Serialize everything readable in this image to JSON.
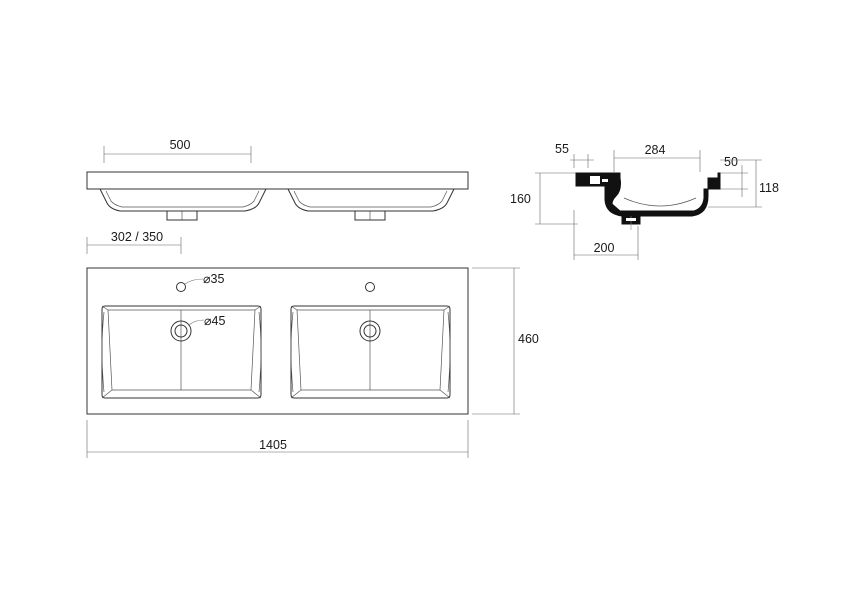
{
  "drawing": {
    "front_view": {
      "width_label": "500"
    },
    "plan_view": {
      "offset_label": "302 / 350",
      "hole_label": "⌀35",
      "drain_label": "⌀45",
      "depth_label": "460",
      "length_label": "1405"
    },
    "section_view": {
      "rim_label": "55",
      "bowl_width_label": "284",
      "lip_label": "50",
      "height_label": "160",
      "bowl_depth_label": "118",
      "drain_offset_label": "200"
    }
  }
}
